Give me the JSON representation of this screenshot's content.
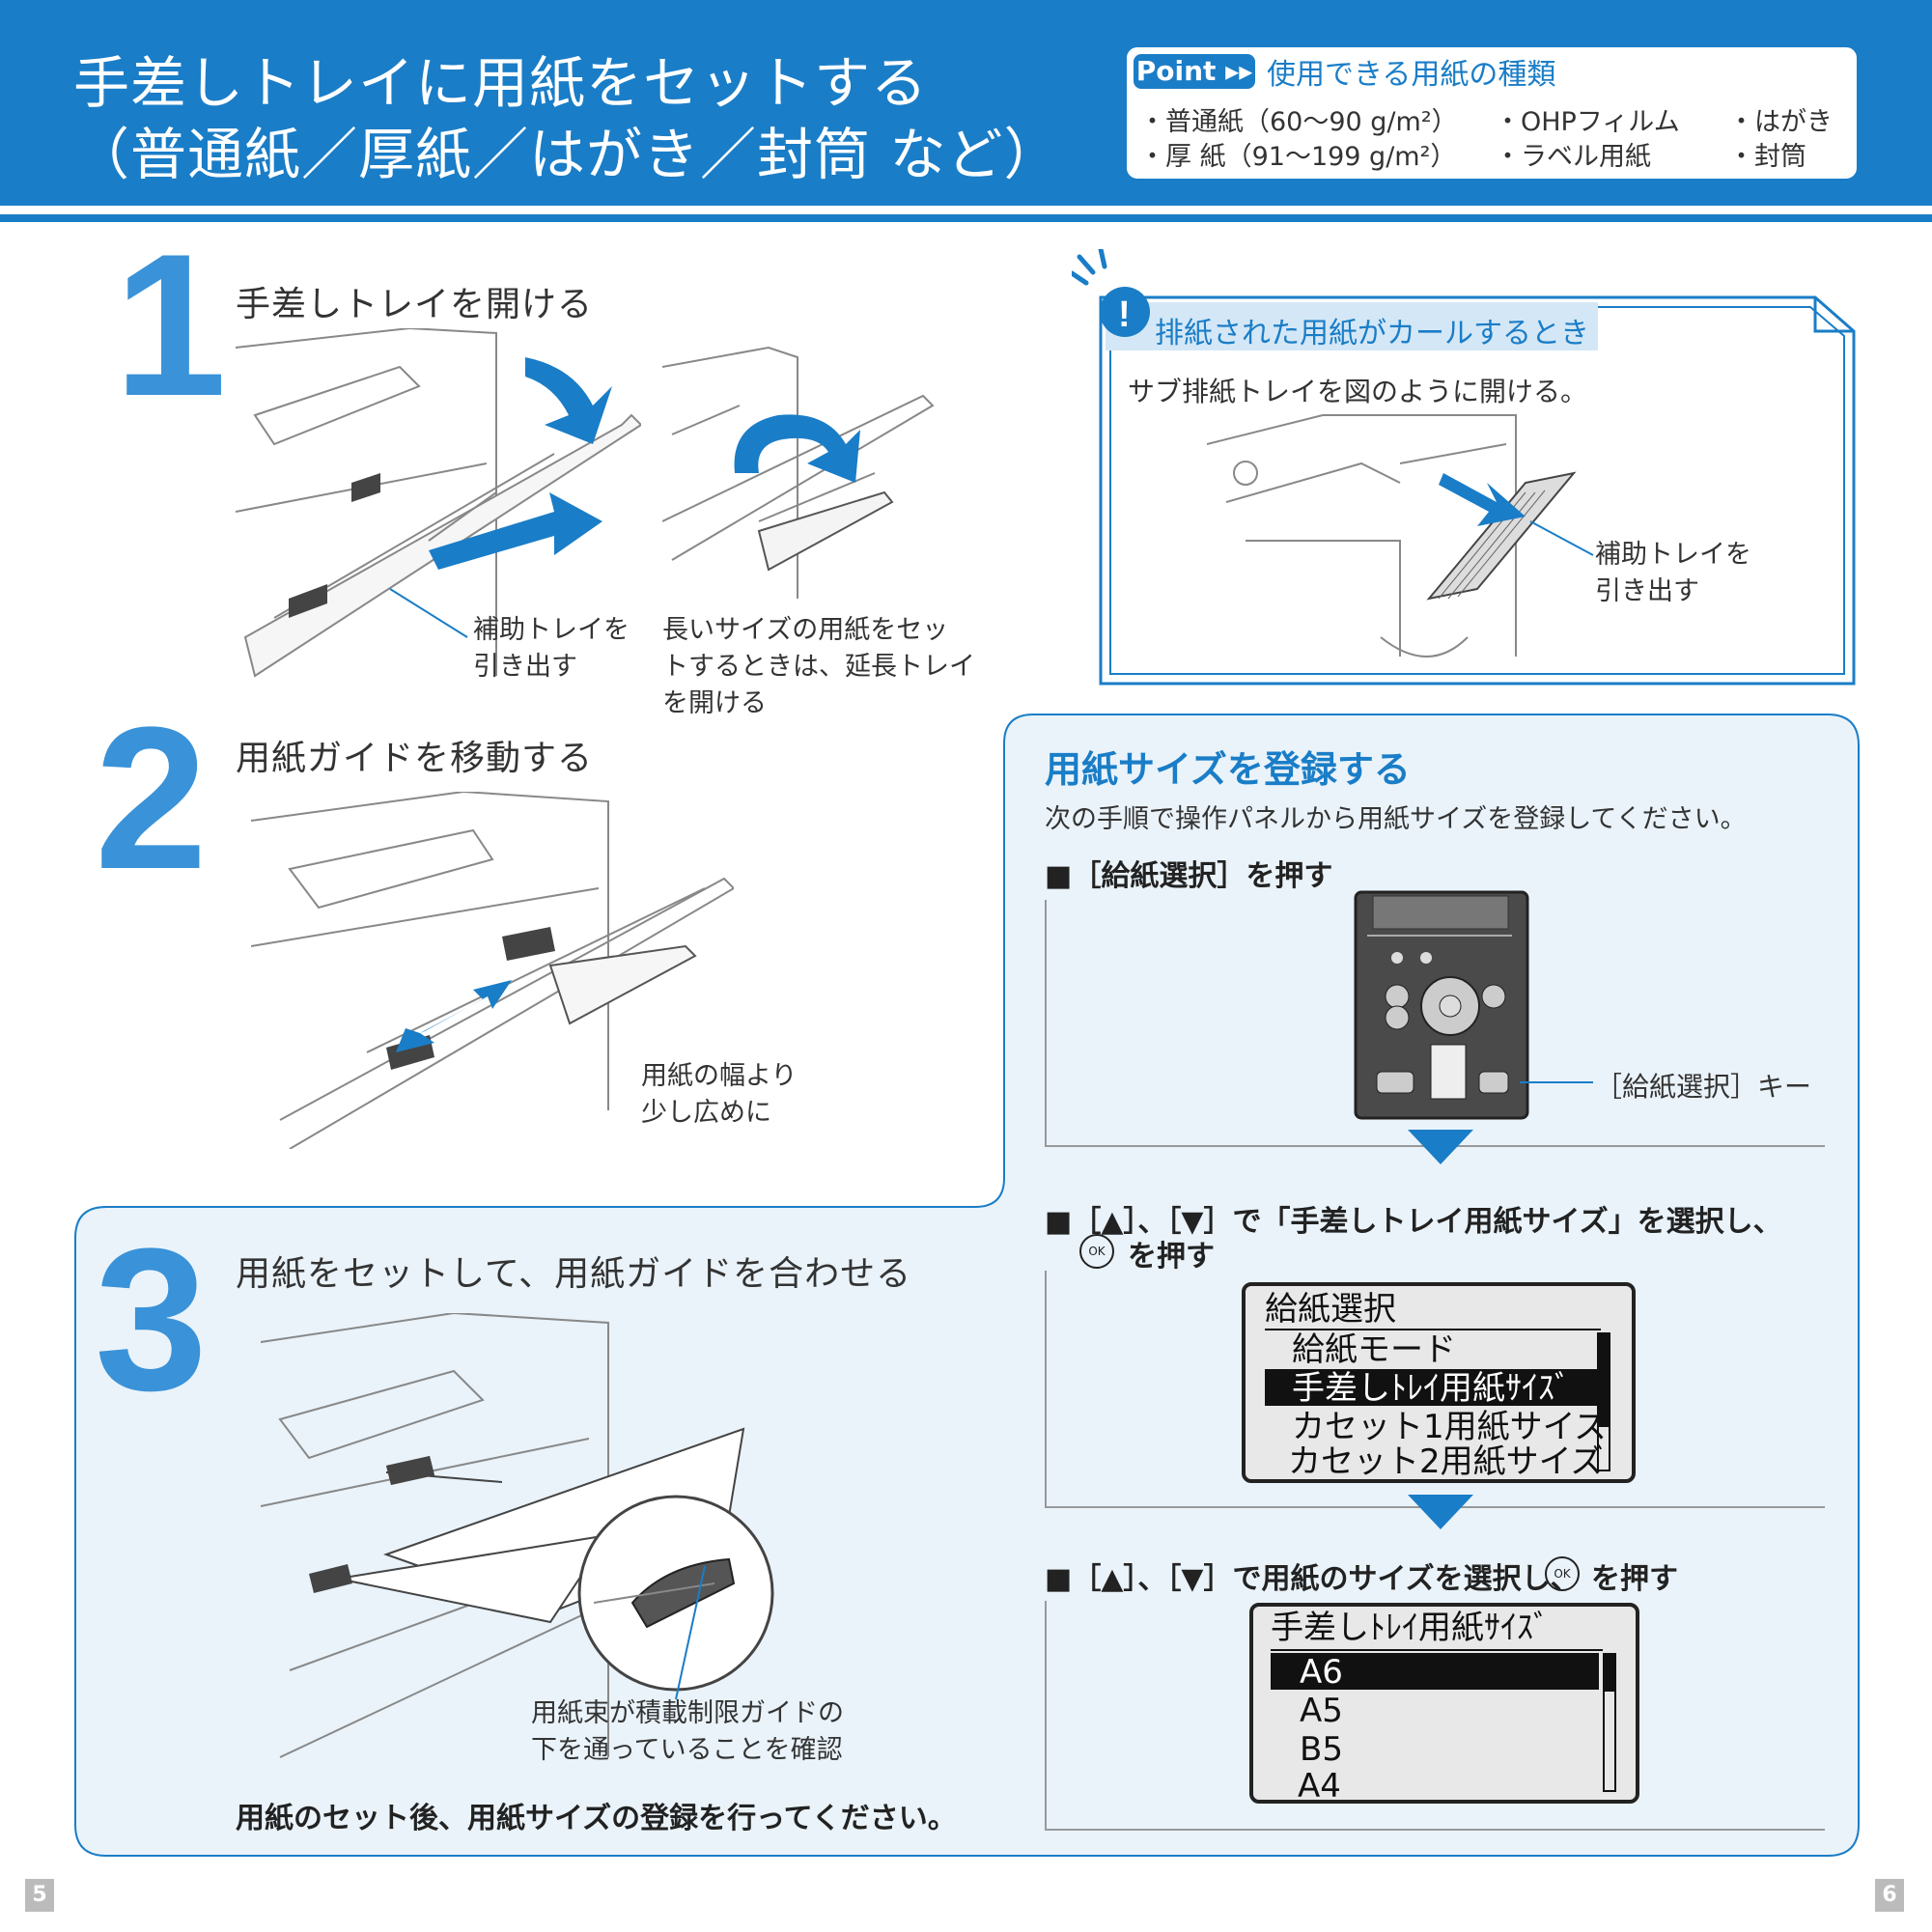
{
  "header": {
    "title_line1": "手差しトレイに用紙をセットする",
    "title_line2": "（普通紙／厚紙／はがき／封筒 など）"
  },
  "point": {
    "badge": "Point ▸▸",
    "title": "使用できる用紙の種類",
    "items": [
      "・普通紙（60〜90 g/m²）",
      "・OHPフィルム",
      "・はがき",
      "・厚 紙（91〜199 g/m²）",
      "・ラベル用紙",
      "・封筒"
    ]
  },
  "step1": {
    "number": "1",
    "title": "手差しトレイを開ける",
    "caption_a_1": "補助トレイを",
    "caption_a_2": "引き出す",
    "caption_b_1": "長いサイズの用紙をセッ",
    "caption_b_2": "トするときは、延長トレイ",
    "caption_b_3": "を開ける"
  },
  "step2": {
    "number": "2",
    "title": "用紙ガイドを移動する",
    "caption_1": "用紙の幅より",
    "caption_2": "少し広めに"
  },
  "step3": {
    "number": "3",
    "title": "用紙をセットして、用紙ガイドを合わせる",
    "caption_1": "用紙束が積載制限ガイドの",
    "caption_2": "下を通っていることを確認",
    "note": "用紙のセット後、用紙サイズの登録を行ってください。"
  },
  "curl": {
    "title": "排紙された用紙がカールするとき",
    "text": "サブ排紙トレイを図のように開ける。",
    "caption_1": "補助トレイを",
    "caption_2": "引き出す"
  },
  "register": {
    "title": "用紙サイズを登録する",
    "intro": "次の手順で操作パネルから用紙サイズを登録してください。",
    "step_a": "■［給紙選択］を押す",
    "key_label": "［給紙選択］キー",
    "step_b_1": "■［▲］、［▼］で「手差しトレイ用紙サイズ」を選択し、",
    "step_b_2": "を押す",
    "step_c_1": "■［▲］、［▼］で用紙のサイズを選択し、",
    "step_c_2": "を押す",
    "ok": "OK",
    "lcd1": {
      "header": "給紙選択",
      "rows": [
        "給紙モード",
        "手差しﾄﾚｲ用紙ｻｲｽﾞ",
        "カセット1用紙サイズ",
        "カセット2用紙サイズ"
      ]
    },
    "lcd2": {
      "header": "手差しﾄﾚｲ用紙ｻｲｽﾞ",
      "rows": [
        "A6",
        "A5",
        "B5",
        "A4"
      ]
    }
  },
  "pages": {
    "left": "5",
    "right": "6"
  },
  "colors": {
    "brand_blue": "#1a7dc7",
    "number_blue": "#3a92d8",
    "panel_bg": "#eaf3fa"
  }
}
